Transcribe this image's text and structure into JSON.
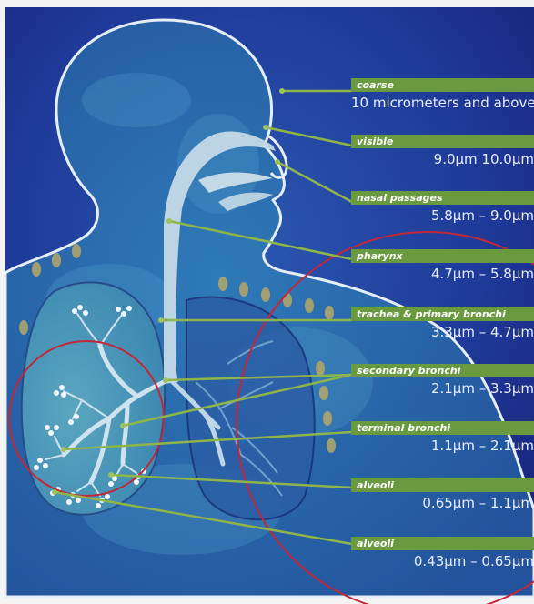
{
  "labels": [
    {
      "name": "coarse",
      "range": "10 micrometers and above"
    },
    {
      "name": "visible",
      "range": "9.0µm   10.0µm"
    },
    {
      "name": "nasal passages",
      "range": "5.8µm – 9.0µm"
    },
    {
      "name": "pharynx",
      "range": "4.7µm – 5.8µm"
    },
    {
      "name": "trachea & primary bronchi",
      "range": "3.3µm – 4.7µm"
    },
    {
      "name": "secondary bronchi",
      "range": "2.1µm – 3.3µm"
    },
    {
      "name": "terminal bronchi",
      "range": "1.1µm – 2.1µm"
    },
    {
      "name": "alveoli",
      "range": "0.65µm – 1.1µm"
    },
    {
      "name": "alveoli",
      "range": "0.43µm – 0.65µm"
    }
  ],
  "colors": {
    "background": "#1b2d8c",
    "label_bar": "#6a9a3f",
    "leader_line": "#8fb54a",
    "outline": "#e6eef5",
    "airway": "#c4d9e6",
    "highlight_circle": "#c2273a"
  }
}
